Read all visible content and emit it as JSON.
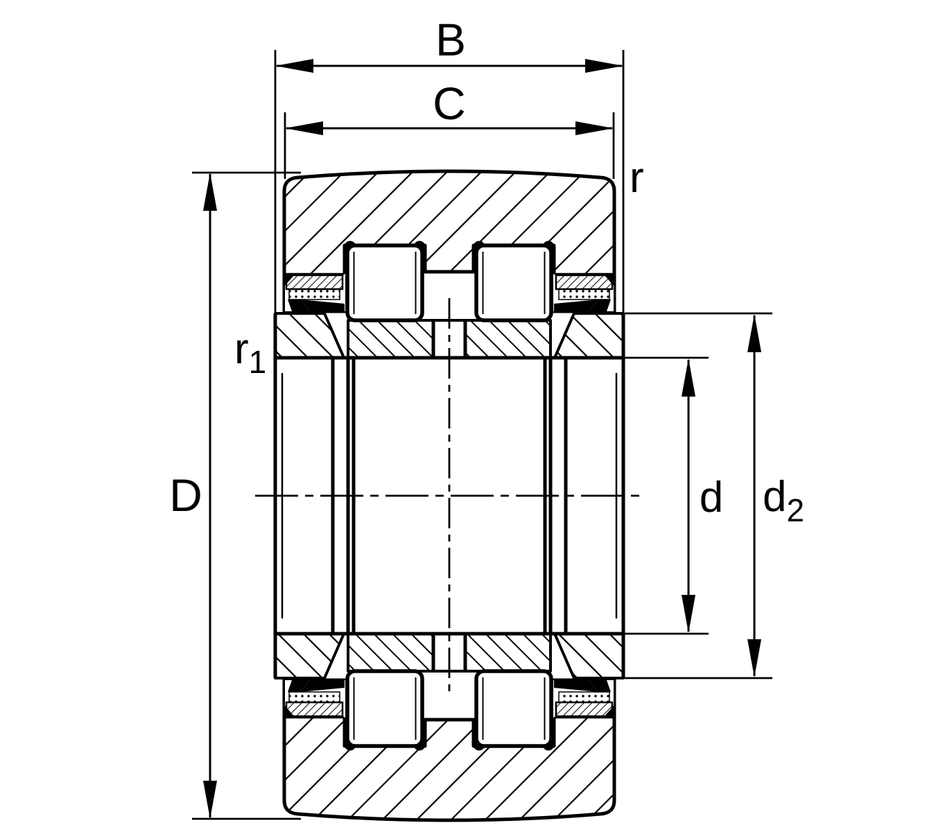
{
  "drawing": {
    "background": "#ffffff",
    "ink": "#000000",
    "labels": {
      "B": {
        "text": "B"
      },
      "C": {
        "text": "C"
      },
      "r": {
        "text": "r"
      },
      "r1": {
        "text": "r",
        "sub": "1"
      },
      "D": {
        "text": "D"
      },
      "d": {
        "text": "d"
      },
      "d2": {
        "text": "d",
        "sub": "2"
      }
    }
  }
}
